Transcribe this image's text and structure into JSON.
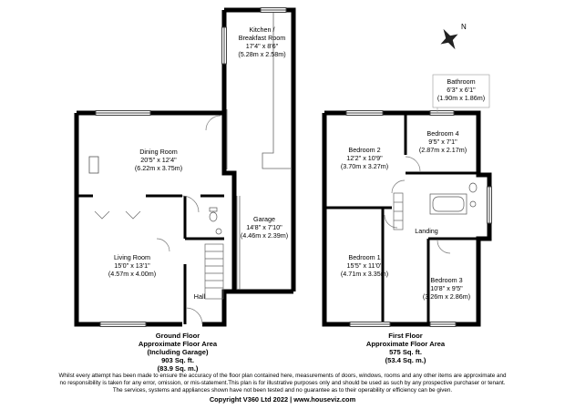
{
  "ground_floor": {
    "rooms": [
      {
        "id": "kitchen",
        "name": "Kitchen /\nBreakfast Room",
        "name_l1": "Kitchen /",
        "name_l2": "Breakfast Room",
        "dim_imperial": "17'4\" x 8'6\"",
        "dim_metric": "(5.28m x 2.58m)"
      },
      {
        "id": "dining",
        "name": "Dining Room",
        "dim_imperial": "20'5\" x 12'4\"",
        "dim_metric": "(6.22m x 3.75m)"
      },
      {
        "id": "garage",
        "name": "Garage",
        "dim_imperial": "14'8\" x 7'10\"",
        "dim_metric": "(4.46m x 2.39m)"
      },
      {
        "id": "living",
        "name": "Living Room",
        "dim_imperial": "15'0\" x 13'1\"",
        "dim_metric": "(4.57m x 4.00m)"
      },
      {
        "id": "hall",
        "name": "Hall"
      }
    ],
    "area": {
      "l1": "Ground Floor",
      "l2": "Approximate Floor Area",
      "l3": "(Including Garage)",
      "l4": "903 Sq. ft.",
      "l5": "(83.9 Sq. m.)"
    }
  },
  "first_floor": {
    "rooms": [
      {
        "id": "bathroom",
        "name": "Bathroom",
        "dim_imperial": "6'3\" x 6'1\"",
        "dim_metric": "(1.90m x 1.86m)"
      },
      {
        "id": "bedroom2",
        "name": "Bedroom 2",
        "dim_imperial": "12'2\" x 10'9\"",
        "dim_metric": "(3.70m x 3.27m)"
      },
      {
        "id": "bedroom4",
        "name": "Bedroom 4",
        "dim_imperial": "9'5\" x 7'1\"",
        "dim_metric": "(2.87m x 2.17m)"
      },
      {
        "id": "landing",
        "name": "Landing"
      },
      {
        "id": "bedroom1",
        "name": "Bedroom 1",
        "dim_imperial": "15'5\" x 11'0\"",
        "dim_metric": "(4.71m x 3.35m)"
      },
      {
        "id": "bedroom3",
        "name": "Bedroom 3",
        "dim_imperial": "10'8\" x 9'5\"",
        "dim_metric": "(3.26m x 2.86m)"
      }
    ],
    "area": {
      "l1": "First Floor",
      "l2": "Approximate Floor Area",
      "l3": "575 Sq. ft.",
      "l4": "(53.4 Sq. m.)"
    }
  },
  "compass": {
    "label": "N"
  },
  "disclaimer": {
    "line1": "Whilst every attempt has been made to ensure the accuracy of the floor plan contained here, measurements of doors, windows, rooms and any other items are approximate and",
    "line2": "no responsibility is taken for any error, omission, or mis-statement.This plan is for illustrative purposes only and should be used as such by any prospective purchaser or tenant.",
    "line3": "The services, systems and appliances shown have not been tested and no guarantee as to their operability or efficiency can be given."
  },
  "copyright": "Copyright V360 Ltd 2022 | www.houseviz.com",
  "colors": {
    "wall": "#000000",
    "interior": "#ffffff",
    "line": "#555555"
  }
}
